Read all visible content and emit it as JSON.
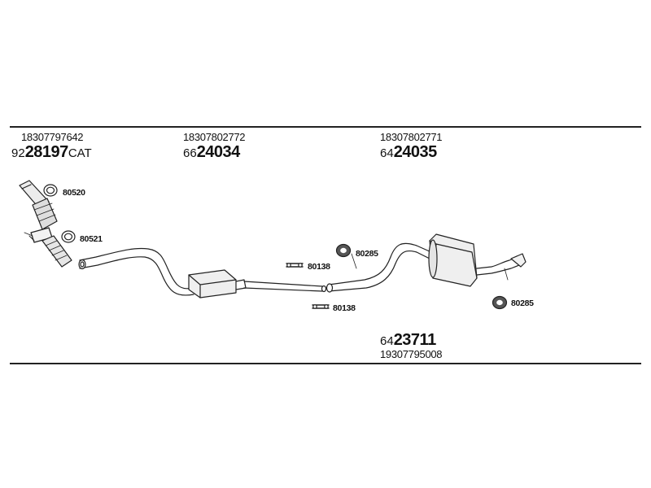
{
  "sections": [
    {
      "oem": "18307797642",
      "prefix": "92",
      "number": "28197",
      "suffix": "CAT"
    },
    {
      "oem": "18307802772",
      "prefix": "66",
      "number": "24034",
      "suffix": ""
    },
    {
      "oem": "18307802771",
      "prefix": "64",
      "number": "24035",
      "suffix": ""
    }
  ],
  "bottom_part": {
    "prefix": "64",
    "number": "23711",
    "oem": "19307795008"
  },
  "hardware": {
    "clamp_a": "80520",
    "clamp_b": "80521",
    "hanger_1": "80138",
    "hanger_2": "80138",
    "rubber_1": "80285",
    "rubber_2": "80285"
  }
}
